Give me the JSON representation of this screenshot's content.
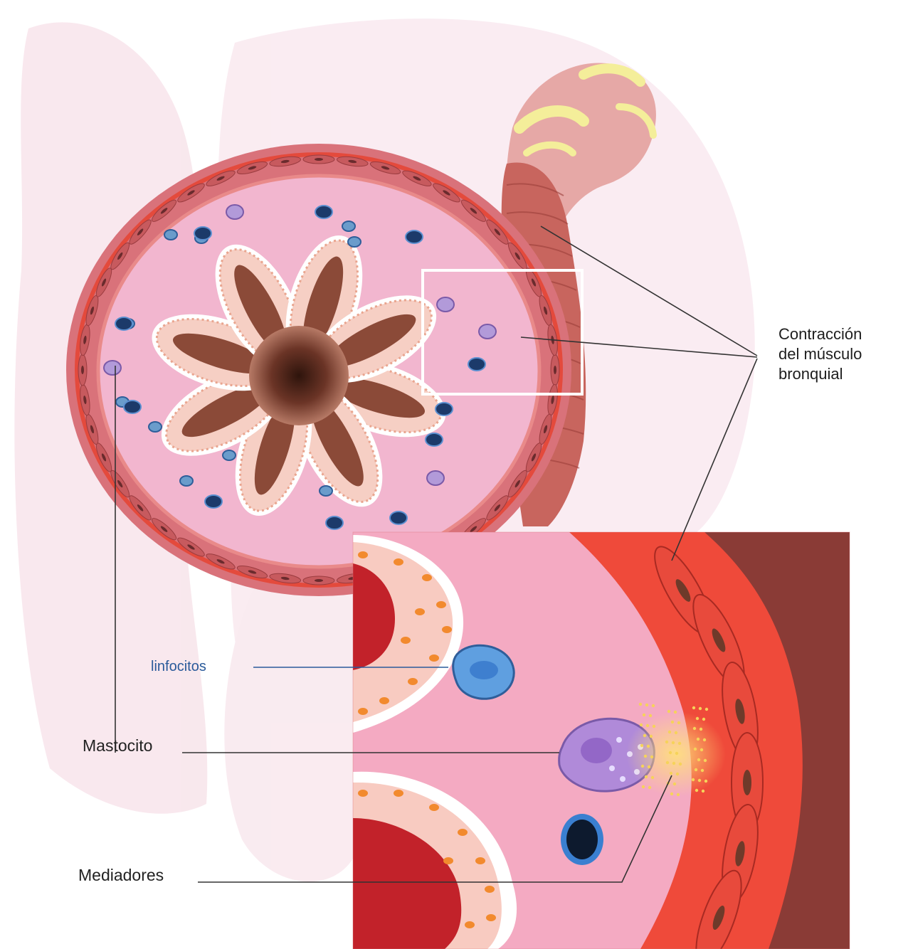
{
  "figure": {
    "labels": {
      "muscle_contraction": "Contracción\ndel músculo\nbronquial",
      "lymphocytes": "linfocitos",
      "mast_cell": "Mastocito",
      "mediators": "Mediadores"
    }
  },
  "colors": {
    "background": "#ffffff",
    "lung_tissue": "#f7dce6",
    "bronchial_wall": "#d9727a",
    "lamina_propria": "#f2b6cf",
    "epithelium": "#f6cfc4",
    "lumen": "#6b3426",
    "cartilage": "#f4ee9a",
    "smooth_muscle": "#e43a2e",
    "mast_cell": "#b08ad9",
    "lymphocyte": "#5f9fe0",
    "vessel": "#1c3a6a",
    "leader_line": "#333333",
    "lymphocyte_label": "#2a5a9a"
  }
}
